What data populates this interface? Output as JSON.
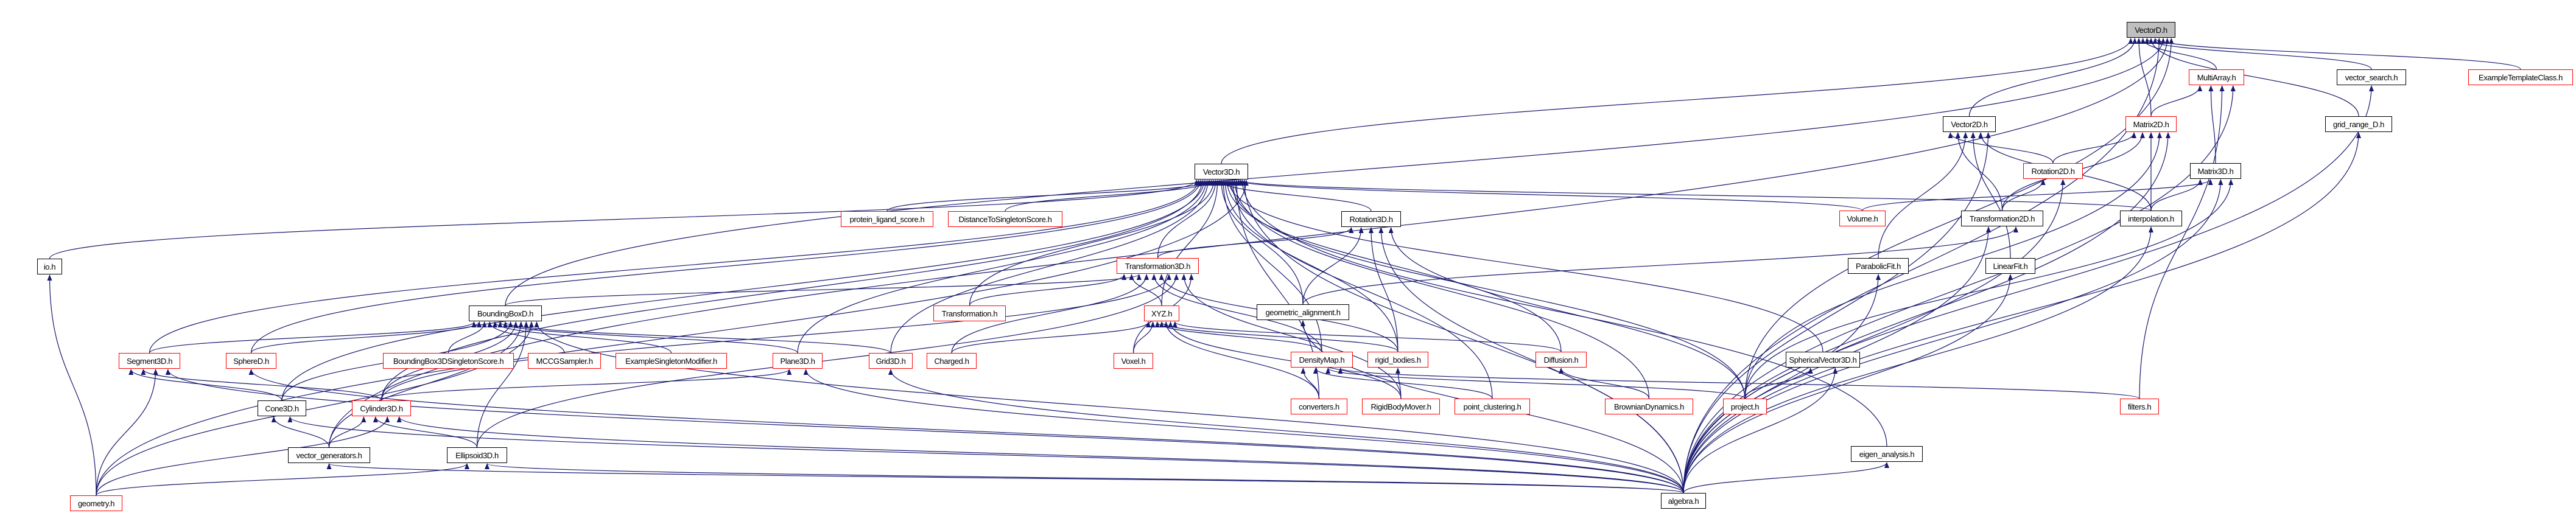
{
  "graph": {
    "edge_color": "#191970",
    "truncated_border_color": "#ff0000",
    "root_fill": "#bfbfbf",
    "nodes": [
      {
        "id": "vectord",
        "label": "VectorD.h",
        "border": "black",
        "root": true
      },
      {
        "id": "multiarray",
        "label": "MultiArray.h",
        "border": "red"
      },
      {
        "id": "vector_search",
        "label": "vector_search.h",
        "border": "black"
      },
      {
        "id": "exampletemplateclass",
        "label": "ExampleTemplateClass.h",
        "border": "red"
      },
      {
        "id": "vector2d",
        "label": "Vector2D.h",
        "border": "black"
      },
      {
        "id": "matrix2d",
        "label": "Matrix2D.h",
        "border": "red"
      },
      {
        "id": "grid_range_d",
        "label": "grid_range_D.h",
        "border": "black"
      },
      {
        "id": "vector3d",
        "label": "Vector3D.h",
        "border": "black"
      },
      {
        "id": "rotation2d",
        "label": "Rotation2D.h",
        "border": "red"
      },
      {
        "id": "matrix3d",
        "label": "Matrix3D.h",
        "border": "black"
      },
      {
        "id": "io",
        "label": "io.h",
        "border": "black"
      },
      {
        "id": "protein_ligand_score",
        "label": "protein_ligand_score.h",
        "border": "red"
      },
      {
        "id": "distancetosingletonscore",
        "label": "DistanceToSingletonScore.h",
        "border": "red"
      },
      {
        "id": "rotation3d",
        "label": "Rotation3D.h",
        "border": "black"
      },
      {
        "id": "volume",
        "label": "Volume.h",
        "border": "red"
      },
      {
        "id": "transformation2d",
        "label": "Transformation2D.h",
        "border": "black"
      },
      {
        "id": "interpolation",
        "label": "interpolation.h",
        "border": "black"
      },
      {
        "id": "transformation3d",
        "label": "Transformation3D.h",
        "border": "red"
      },
      {
        "id": "parabolicfit",
        "label": "ParabolicFit.h",
        "border": "black"
      },
      {
        "id": "linearfit",
        "label": "LinearFit.h",
        "border": "black"
      },
      {
        "id": "transformation",
        "label": "Transformation.h",
        "border": "red"
      },
      {
        "id": "xyz",
        "label": "XYZ.h",
        "border": "red"
      },
      {
        "id": "geometric_alignment",
        "label": "geometric_alignment.h",
        "border": "black"
      },
      {
        "id": "boundingboxd",
        "label": "BoundingBoxD.h",
        "border": "black"
      },
      {
        "id": "segment3d",
        "label": "Segment3D.h",
        "border": "red"
      },
      {
        "id": "sphered",
        "label": "SphereD.h",
        "border": "red"
      },
      {
        "id": "boundingbox3dsingletonscore",
        "label": "BoundingBox3DSingletonScore.h",
        "border": "red"
      },
      {
        "id": "mccgsampler",
        "label": "MCCGSampler.h",
        "border": "red"
      },
      {
        "id": "examplesingletonmodifier",
        "label": "ExampleSingletonModifier.h",
        "border": "red"
      },
      {
        "id": "plane3d",
        "label": "Plane3D.h",
        "border": "red"
      },
      {
        "id": "grid3d",
        "label": "Grid3D.h",
        "border": "red"
      },
      {
        "id": "charged",
        "label": "Charged.h",
        "border": "red"
      },
      {
        "id": "voxel",
        "label": "Voxel.h",
        "border": "red"
      },
      {
        "id": "densitymap",
        "label": "DensityMap.h",
        "border": "red"
      },
      {
        "id": "rigid_bodies",
        "label": "rigid_bodies.h",
        "border": "red"
      },
      {
        "id": "diffusion",
        "label": "Diffusion.h",
        "border": "red"
      },
      {
        "id": "sphericalvector3d",
        "label": "SphericalVector3D.h",
        "border": "black"
      },
      {
        "id": "cone3d",
        "label": "Cone3D.h",
        "border": "black"
      },
      {
        "id": "cylinder3d",
        "label": "Cylinder3D.h",
        "border": "red"
      },
      {
        "id": "converters",
        "label": "converters.h",
        "border": "red"
      },
      {
        "id": "rigidbodymover",
        "label": "RigidBodyMover.h",
        "border": "red"
      },
      {
        "id": "point_clustering",
        "label": "point_clustering.h",
        "border": "red"
      },
      {
        "id": "browniandynamics",
        "label": "BrownianDynamics.h",
        "border": "red"
      },
      {
        "id": "project",
        "label": "project.h",
        "border": "red"
      },
      {
        "id": "filters",
        "label": "filters.h",
        "border": "red"
      },
      {
        "id": "vector_generators",
        "label": "vector_generators.h",
        "border": "black"
      },
      {
        "id": "ellipsoid3d",
        "label": "Ellipsoid3D.h",
        "border": "black"
      },
      {
        "id": "eigen_analysis",
        "label": "eigen_analysis.h",
        "border": "black"
      },
      {
        "id": "geometry",
        "label": "geometry.h",
        "border": "red"
      },
      {
        "id": "algebra",
        "label": "algebra.h",
        "border": "black"
      }
    ],
    "edges": [
      [
        "vector3d",
        "vectord"
      ],
      [
        "vector2d",
        "vectord"
      ],
      [
        "matrix2d",
        "vectord"
      ],
      [
        "multiarray",
        "vectord"
      ],
      [
        "vector_search",
        "vectord"
      ],
      [
        "grid_range_d",
        "vectord"
      ],
      [
        "exampletemplateclass",
        "vectord"
      ],
      [
        "algebra",
        "vectord"
      ],
      [
        "boundingboxd",
        "vectord"
      ],
      [
        "vector_generators",
        "vectord"
      ],
      [
        "project",
        "vectord"
      ],
      [
        "matrix2d",
        "multiarray"
      ],
      [
        "matrix3d",
        "multiarray"
      ],
      [
        "filters",
        "multiarray"
      ],
      [
        "algebra",
        "multiarray"
      ],
      [
        "algebra",
        "vector_search"
      ],
      [
        "algebra",
        "grid_range_d"
      ],
      [
        "rotation2d",
        "vector2d"
      ],
      [
        "transformation2d",
        "vector2d"
      ],
      [
        "parabolicfit",
        "vector2d"
      ],
      [
        "linearfit",
        "vector2d"
      ],
      [
        "interpolation",
        "vector2d"
      ],
      [
        "algebra",
        "vector2d"
      ],
      [
        "rotation2d",
        "matrix2d"
      ],
      [
        "transformation2d",
        "matrix2d"
      ],
      [
        "interpolation",
        "matrix2d"
      ],
      [
        "project",
        "matrix2d"
      ],
      [
        "algebra",
        "matrix2d"
      ],
      [
        "transformation2d",
        "rotation2d"
      ],
      [
        "algebra",
        "rotation2d"
      ],
      [
        "interpolation",
        "matrix3d"
      ],
      [
        "volume",
        "matrix3d"
      ],
      [
        "algebra",
        "matrix3d"
      ],
      [
        "project",
        "matrix3d"
      ],
      [
        "algebra",
        "transformation2d"
      ],
      [
        "geometric_alignment",
        "transformation2d"
      ],
      [
        "algebra",
        "interpolation"
      ],
      [
        "algebra",
        "parabolicfit"
      ],
      [
        "algebra",
        "linearfit"
      ],
      [
        "algebra",
        "eigen_analysis"
      ],
      [
        "project",
        "sphericalvector3d"
      ],
      [
        "algebra",
        "sphericalvector3d"
      ],
      [
        "io",
        "vector3d"
      ],
      [
        "segment3d",
        "vector3d"
      ],
      [
        "sphered",
        "vector3d"
      ],
      [
        "cylinder3d",
        "vector3d"
      ],
      [
        "cone3d",
        "vector3d"
      ],
      [
        "plane3d",
        "vector3d"
      ],
      [
        "grid3d",
        "vector3d"
      ],
      [
        "protein_ligand_score",
        "vector3d"
      ],
      [
        "distancetosingletonscore",
        "vector3d"
      ],
      [
        "transformation",
        "vector3d"
      ],
      [
        "transformation3d",
        "vector3d"
      ],
      [
        "xyz",
        "vector3d"
      ],
      [
        "rotation3d",
        "vector3d"
      ],
      [
        "geometric_alignment",
        "vector3d"
      ],
      [
        "densitymap",
        "vector3d"
      ],
      [
        "rigid_bodies",
        "vector3d"
      ],
      [
        "diffusion",
        "vector3d"
      ],
      [
        "sphericalvector3d",
        "vector3d"
      ],
      [
        "project",
        "vector3d"
      ],
      [
        "point_clustering",
        "vector3d"
      ],
      [
        "browniandynamics",
        "vector3d"
      ],
      [
        "converters",
        "vector3d"
      ],
      [
        "volume",
        "vector3d"
      ],
      [
        "interpolation",
        "vector3d"
      ],
      [
        "eigen_analysis",
        "vector3d"
      ],
      [
        "algebra",
        "vector3d"
      ],
      [
        "geometry",
        "vector3d"
      ],
      [
        "transformation3d",
        "rotation3d"
      ],
      [
        "geometric_alignment",
        "rotation3d"
      ],
      [
        "rigid_bodies",
        "rotation3d"
      ],
      [
        "algebra",
        "rotation3d"
      ],
      [
        "project",
        "rotation3d"
      ],
      [
        "transformation",
        "transformation3d"
      ],
      [
        "xyz",
        "transformation3d"
      ],
      [
        "boundingboxd",
        "transformation3d"
      ],
      [
        "charged",
        "transformation3d"
      ],
      [
        "densitymap",
        "transformation3d"
      ],
      [
        "rigid_bodies",
        "transformation3d"
      ],
      [
        "cylinder3d",
        "transformation3d"
      ],
      [
        "ellipsoid3d",
        "transformation3d"
      ],
      [
        "rigidbodymover",
        "transformation3d"
      ],
      [
        "voxel",
        "transformation3d"
      ],
      [
        "charged",
        "xyz"
      ],
      [
        "voxel",
        "xyz"
      ],
      [
        "densitymap",
        "xyz"
      ],
      [
        "rigid_bodies",
        "xyz"
      ],
      [
        "converters",
        "xyz"
      ],
      [
        "rigidbodymover",
        "xyz"
      ],
      [
        "diffusion",
        "xyz"
      ],
      [
        "segment3d",
        "boundingboxd"
      ],
      [
        "sphered",
        "boundingboxd"
      ],
      [
        "boundingbox3dsingletonscore",
        "boundingboxd"
      ],
      [
        "mccgsampler",
        "boundingboxd"
      ],
      [
        "examplesingletonmodifier",
        "boundingboxd"
      ],
      [
        "plane3d",
        "boundingboxd"
      ],
      [
        "grid3d",
        "boundingboxd"
      ],
      [
        "cone3d",
        "boundingboxd"
      ],
      [
        "cylinder3d",
        "boundingboxd"
      ],
      [
        "vector_generators",
        "boundingboxd"
      ],
      [
        "ellipsoid3d",
        "boundingboxd"
      ],
      [
        "geometry",
        "boundingboxd"
      ],
      [
        "algebra",
        "boundingboxd"
      ],
      [
        "cone3d",
        "segment3d"
      ],
      [
        "cylinder3d",
        "segment3d"
      ],
      [
        "geometry",
        "segment3d"
      ],
      [
        "algebra",
        "segment3d"
      ],
      [
        "algebra",
        "sphered"
      ],
      [
        "cylinder3d",
        "plane3d"
      ],
      [
        "algebra",
        "plane3d"
      ],
      [
        "algebra",
        "grid3d"
      ],
      [
        "vector_generators",
        "cone3d"
      ],
      [
        "algebra",
        "cone3d"
      ],
      [
        "vector_generators",
        "cylinder3d"
      ],
      [
        "ellipsoid3d",
        "cylinder3d"
      ],
      [
        "geometry",
        "cylinder3d"
      ],
      [
        "algebra",
        "cylinder3d"
      ],
      [
        "geometry",
        "ellipsoid3d"
      ],
      [
        "algebra",
        "ellipsoid3d"
      ],
      [
        "algebra",
        "vector_generators"
      ],
      [
        "geometry",
        "io"
      ],
      [
        "converters",
        "densitymap"
      ],
      [
        "point_clustering",
        "densitymap"
      ],
      [
        "project",
        "densitymap"
      ],
      [
        "filters",
        "densitymap"
      ],
      [
        "rigidbodymover",
        "rigid_bodies"
      ],
      [
        "browniandynamics",
        "diffusion"
      ],
      [
        "algebra",
        "geometric_alignment"
      ]
    ]
  }
}
